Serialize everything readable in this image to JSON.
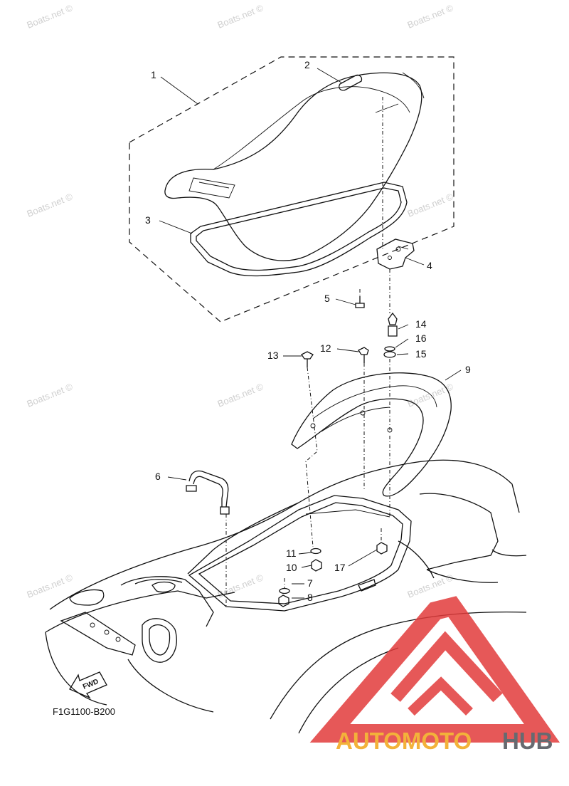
{
  "diagram": {
    "callouts": [
      "1",
      "2",
      "3",
      "4",
      "5",
      "6",
      "7",
      "8",
      "9",
      "10",
      "11",
      "12",
      "13",
      "14",
      "15",
      "16",
      "17"
    ],
    "diagram_code": "F1G1100-B200",
    "fwd_label": "FWD"
  },
  "watermark": {
    "text": "Boats.net ©"
  },
  "logo": {
    "part_a": "AUTOMOTO",
    "part_b": "HUB",
    "color_primary": "#e23b3b",
    "color_secondary": "#f3b23a",
    "color_tertiary": "#666a70"
  }
}
